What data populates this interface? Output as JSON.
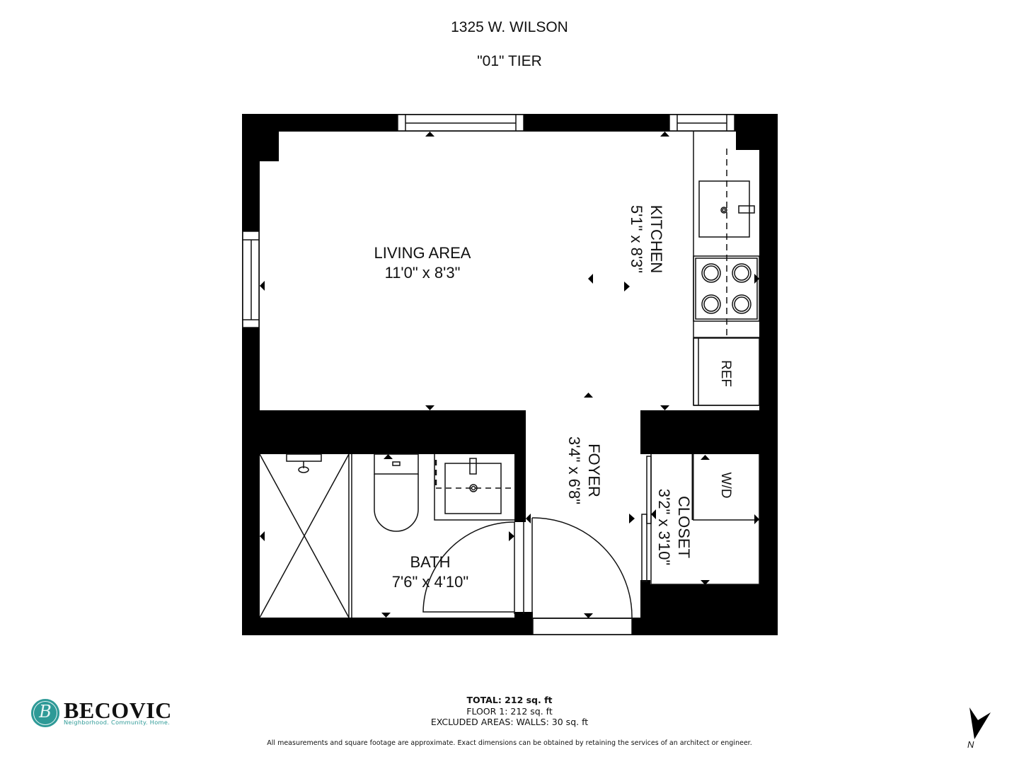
{
  "header": {
    "address": "1325 W. WILSON",
    "tier": "\"01\" TIER"
  },
  "rooms": [
    {
      "id": "living",
      "name": "LIVING AREA",
      "dimensions": "11'0\" x 8'3\"",
      "orientation": "horizontal"
    },
    {
      "id": "kitchen",
      "name": "KITCHEN",
      "dimensions": "5'1\" x 8'3\"",
      "orientation": "rotated-90"
    },
    {
      "id": "foyer",
      "name": "FOYER",
      "dimensions": "3'4\" x 6'8\"",
      "orientation": "rotated-90"
    },
    {
      "id": "closet",
      "name": "CLOSET",
      "dimensions": "3'2\" x 3'10\"",
      "orientation": "rotated-90"
    },
    {
      "id": "bath",
      "name": "BATH",
      "dimensions": "7'6\" x 4'10\"",
      "orientation": "horizontal"
    }
  ],
  "fixtures": {
    "refrigerator": "REF",
    "washer_dryer": "W/D",
    "kitchen_sink": "sink",
    "stove": "4-burner range",
    "bath_sink": "vanity sink",
    "toilet": "toilet",
    "shower": "shower"
  },
  "area_summary": {
    "total": "TOTAL: 212 sq. ft",
    "floor1": "FLOOR 1: 212 sq. ft",
    "excluded": "EXCLUDED AREAS: WALLS: 30 sq. ft"
  },
  "disclaimer": "All measurements and square footage are approximate. Exact dimensions can be obtained by retaining the services of an architect or engineer.",
  "brand": {
    "name": "BECOVIC",
    "tagline": "Neighborhood. Community. Home.",
    "monogram": "B",
    "color": "#2e9a97"
  },
  "compass": {
    "label": "N",
    "icon": "north-arrow-icon"
  },
  "colors": {
    "wall": "#000000",
    "background": "#ffffff",
    "line": "#111111"
  }
}
